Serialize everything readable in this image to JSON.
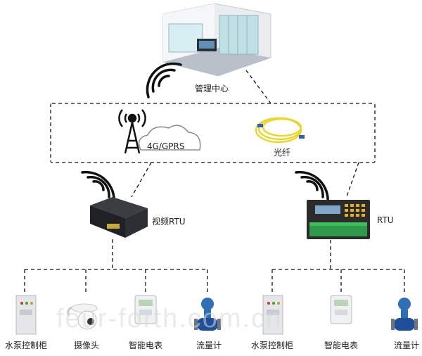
{
  "nodes": {
    "center": "管理中心",
    "network": "4G/GPRS",
    "fiber": "光纤",
    "video_rtu": "视频RTU",
    "rtu": "RTU"
  },
  "devices": {
    "pump_cabinet_1": "水泵控制柜",
    "camera": "摄像头",
    "meter_1": "智能电表",
    "flowmeter_1": "流量计",
    "pump_cabinet_2": "水泵控制柜",
    "meter_2": "智能电表",
    "flowmeter_2": "流量计"
  },
  "watermark": "feur-forth.com.cn"
}
